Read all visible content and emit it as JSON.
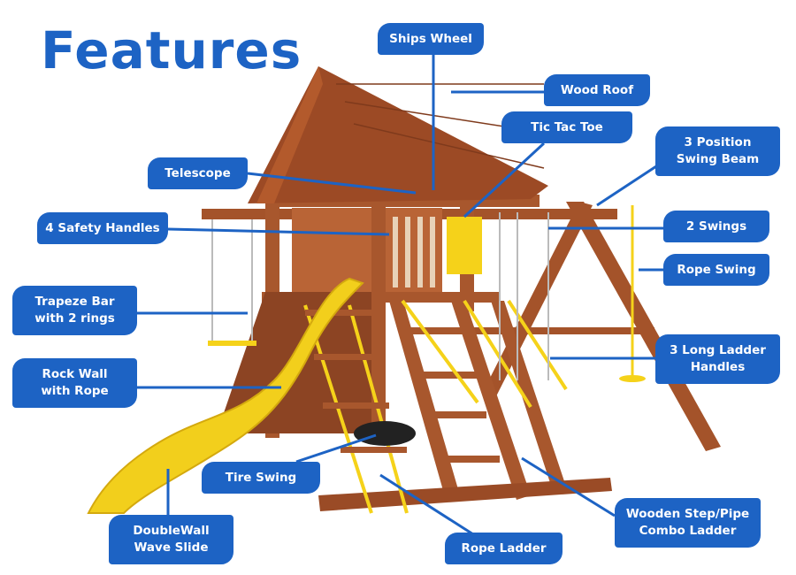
{
  "title": "Features",
  "colors": {
    "label_bg": "#1d63c4",
    "label_text": "#ffffff",
    "title": "#1d63c4",
    "wood": "#a0522d",
    "plastic": "#f5d21a"
  },
  "labels": {
    "ships_wheel": "Ships Wheel",
    "wood_roof": "Wood Roof",
    "tic_tac_toe": "Tic Tac Toe",
    "swing_beam_1": "3 Position",
    "swing_beam_2": "Swing Beam",
    "telescope": "Telescope",
    "safety_handles": "4 Safety Handles",
    "two_swings": "2 Swings",
    "rope_swing": "Rope Swing",
    "trapeze_1": "Trapeze Bar",
    "trapeze_2": "with 2 rings",
    "ladder_handles_1": "3 Long Ladder",
    "ladder_handles_2": "Handles",
    "rock_wall_1": "Rock Wall",
    "rock_wall_2": "with Rope",
    "tire_swing": "Tire Swing",
    "slide_1": "DoubleWall",
    "slide_2": "Wave Slide",
    "rope_ladder": "Rope Ladder",
    "combo_ladder_1": "Wooden Step/Pipe",
    "combo_ladder_2": "Combo Ladder"
  }
}
